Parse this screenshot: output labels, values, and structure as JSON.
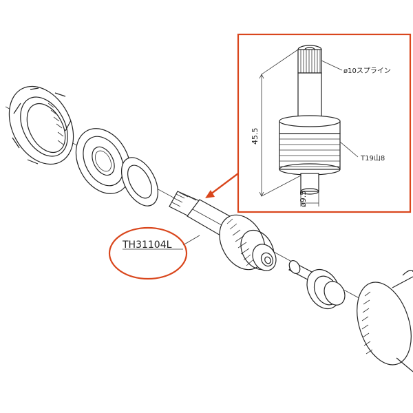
{
  "part_number": "TH31104L",
  "detail": {
    "spline_label": "ø10スプライン",
    "thread_label": "T19山8",
    "height_label": "45.5",
    "shaft_diameter_label": "ø9.5"
  },
  "colors": {
    "highlight": "#d9461c",
    "line": "#222222",
    "background": "#ffffff"
  }
}
